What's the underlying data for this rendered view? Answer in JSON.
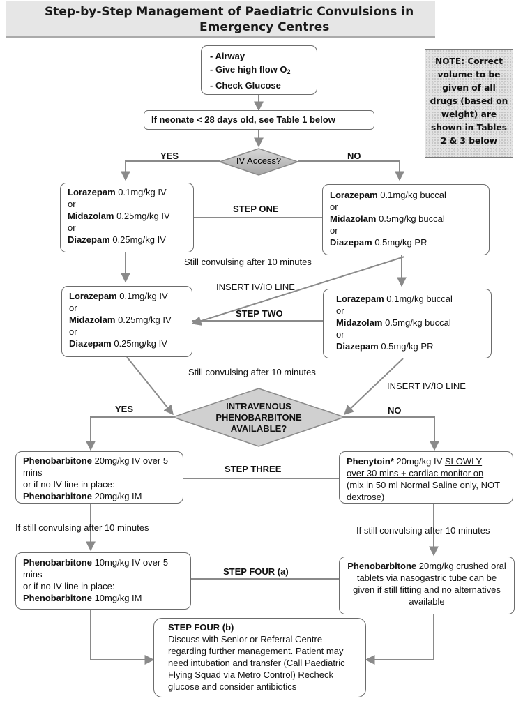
{
  "title": {
    "line1": "Step-by-Step Management of Paediatric Convulsions in",
    "line2": "Emergency Centres"
  },
  "note": "NOTE: Correct volume to be given of all drugs (based on weight) are shown in Tables 2 & 3 below",
  "start": {
    "airway": "- Airway",
    "oxygen_prefix": "- Give high flow O",
    "oxygen_sub": "2",
    "glucose": "- Check Glucose"
  },
  "neonate": "If neonate < 28 days old, see Table 1 below",
  "decision1": {
    "label": "IV Access?",
    "yes": "YES",
    "no": "NO"
  },
  "step_one": {
    "label": "STEP ONE",
    "left": [
      {
        "drug": "Lorazepam",
        "dose": " 0.1mg/kg IV"
      },
      {
        "drug": "Midazolam",
        "dose": " 0.25mg/kg IV"
      },
      {
        "drug": "Diazepam",
        "dose": " 0.25mg/kg IV"
      }
    ],
    "right": [
      {
        "drug": "Lorazepam",
        "dose": " 0.1mg/kg buccal"
      },
      {
        "drug": "Midazolam",
        "dose": " 0.5mg/kg buccal"
      },
      {
        "drug": "Diazepam",
        "dose": " 0.5mg/kg PR"
      }
    ],
    "or": "or"
  },
  "still1": "Still convulsing after 10 minutes",
  "insert1": "INSERT IV/IO LINE",
  "step_two": {
    "label": "STEP TWO",
    "left": [
      {
        "drug": "Lorazepam",
        "dose": " 0.1mg/kg IV"
      },
      {
        "drug": "Midazolam",
        "dose": " 0.25mg/kg IV"
      },
      {
        "drug": "Diazepam",
        "dose": " 0.25mg/kg IV"
      }
    ],
    "right": [
      {
        "drug": "Lorazepam",
        "dose": " 0.1mg/kg buccal"
      },
      {
        "drug": "Midazolam",
        "dose": " 0.5mg/kg buccal"
      },
      {
        "drug": "Diazepam",
        "dose": " 0.5mg/kg PR"
      }
    ]
  },
  "still2": "Still convulsing after 10 minutes",
  "insert2": "INSERT IV/IO LINE",
  "decision2": {
    "line1": "INTRAVENOUS",
    "line2": "PHENOBARBITONE",
    "line3": "AVAILABLE?",
    "yes": "YES",
    "no": "NO"
  },
  "step_three": {
    "label": "STEP THREE",
    "left_drug1": "Phenobarbitone",
    "left_dose1": " 20mg/kg IV over 5 mins",
    "left_mid": "or if no IV line in place:",
    "left_drug2": "Phenobarbitone",
    "left_dose2": " 20mg/kg IM",
    "right_drug": "Phenytoin*",
    "right_dose": " 20mg/kg IV ",
    "right_slow": "SLOWLY",
    "right_line2": "over 30 mins + cardiac monitor on",
    "right_line3": "(mix in 50 ml Normal Saline only, NOT dextrose)"
  },
  "still3_left": "If still convulsing after 10 minutes",
  "still3_right": "If still convulsing after 10 minutes",
  "step_four_a": {
    "label": "STEP FOUR (a)",
    "left_drug1": "Phenobarbitone",
    "left_dose1": " 10mg/kg IV over 5 mins",
    "left_mid": "or if no IV line in place:",
    "left_drug2": "Phenobarbitone",
    "left_dose2": " 10mg/kg IM",
    "right_drug": "Phenobarbitone",
    "right_text": " 20mg/kg crushed oral tablets via nasogastric tube can be given if still fitting and no alternatives available"
  },
  "step_four_b": {
    "label": "STEP FOUR (b)",
    "text": "Discuss with Senior or Referral Centre regarding further management. Patient may need intubation and transfer (Call Paediatric Flying Squad via Metro Control) Recheck glucose and consider antibiotics"
  }
}
